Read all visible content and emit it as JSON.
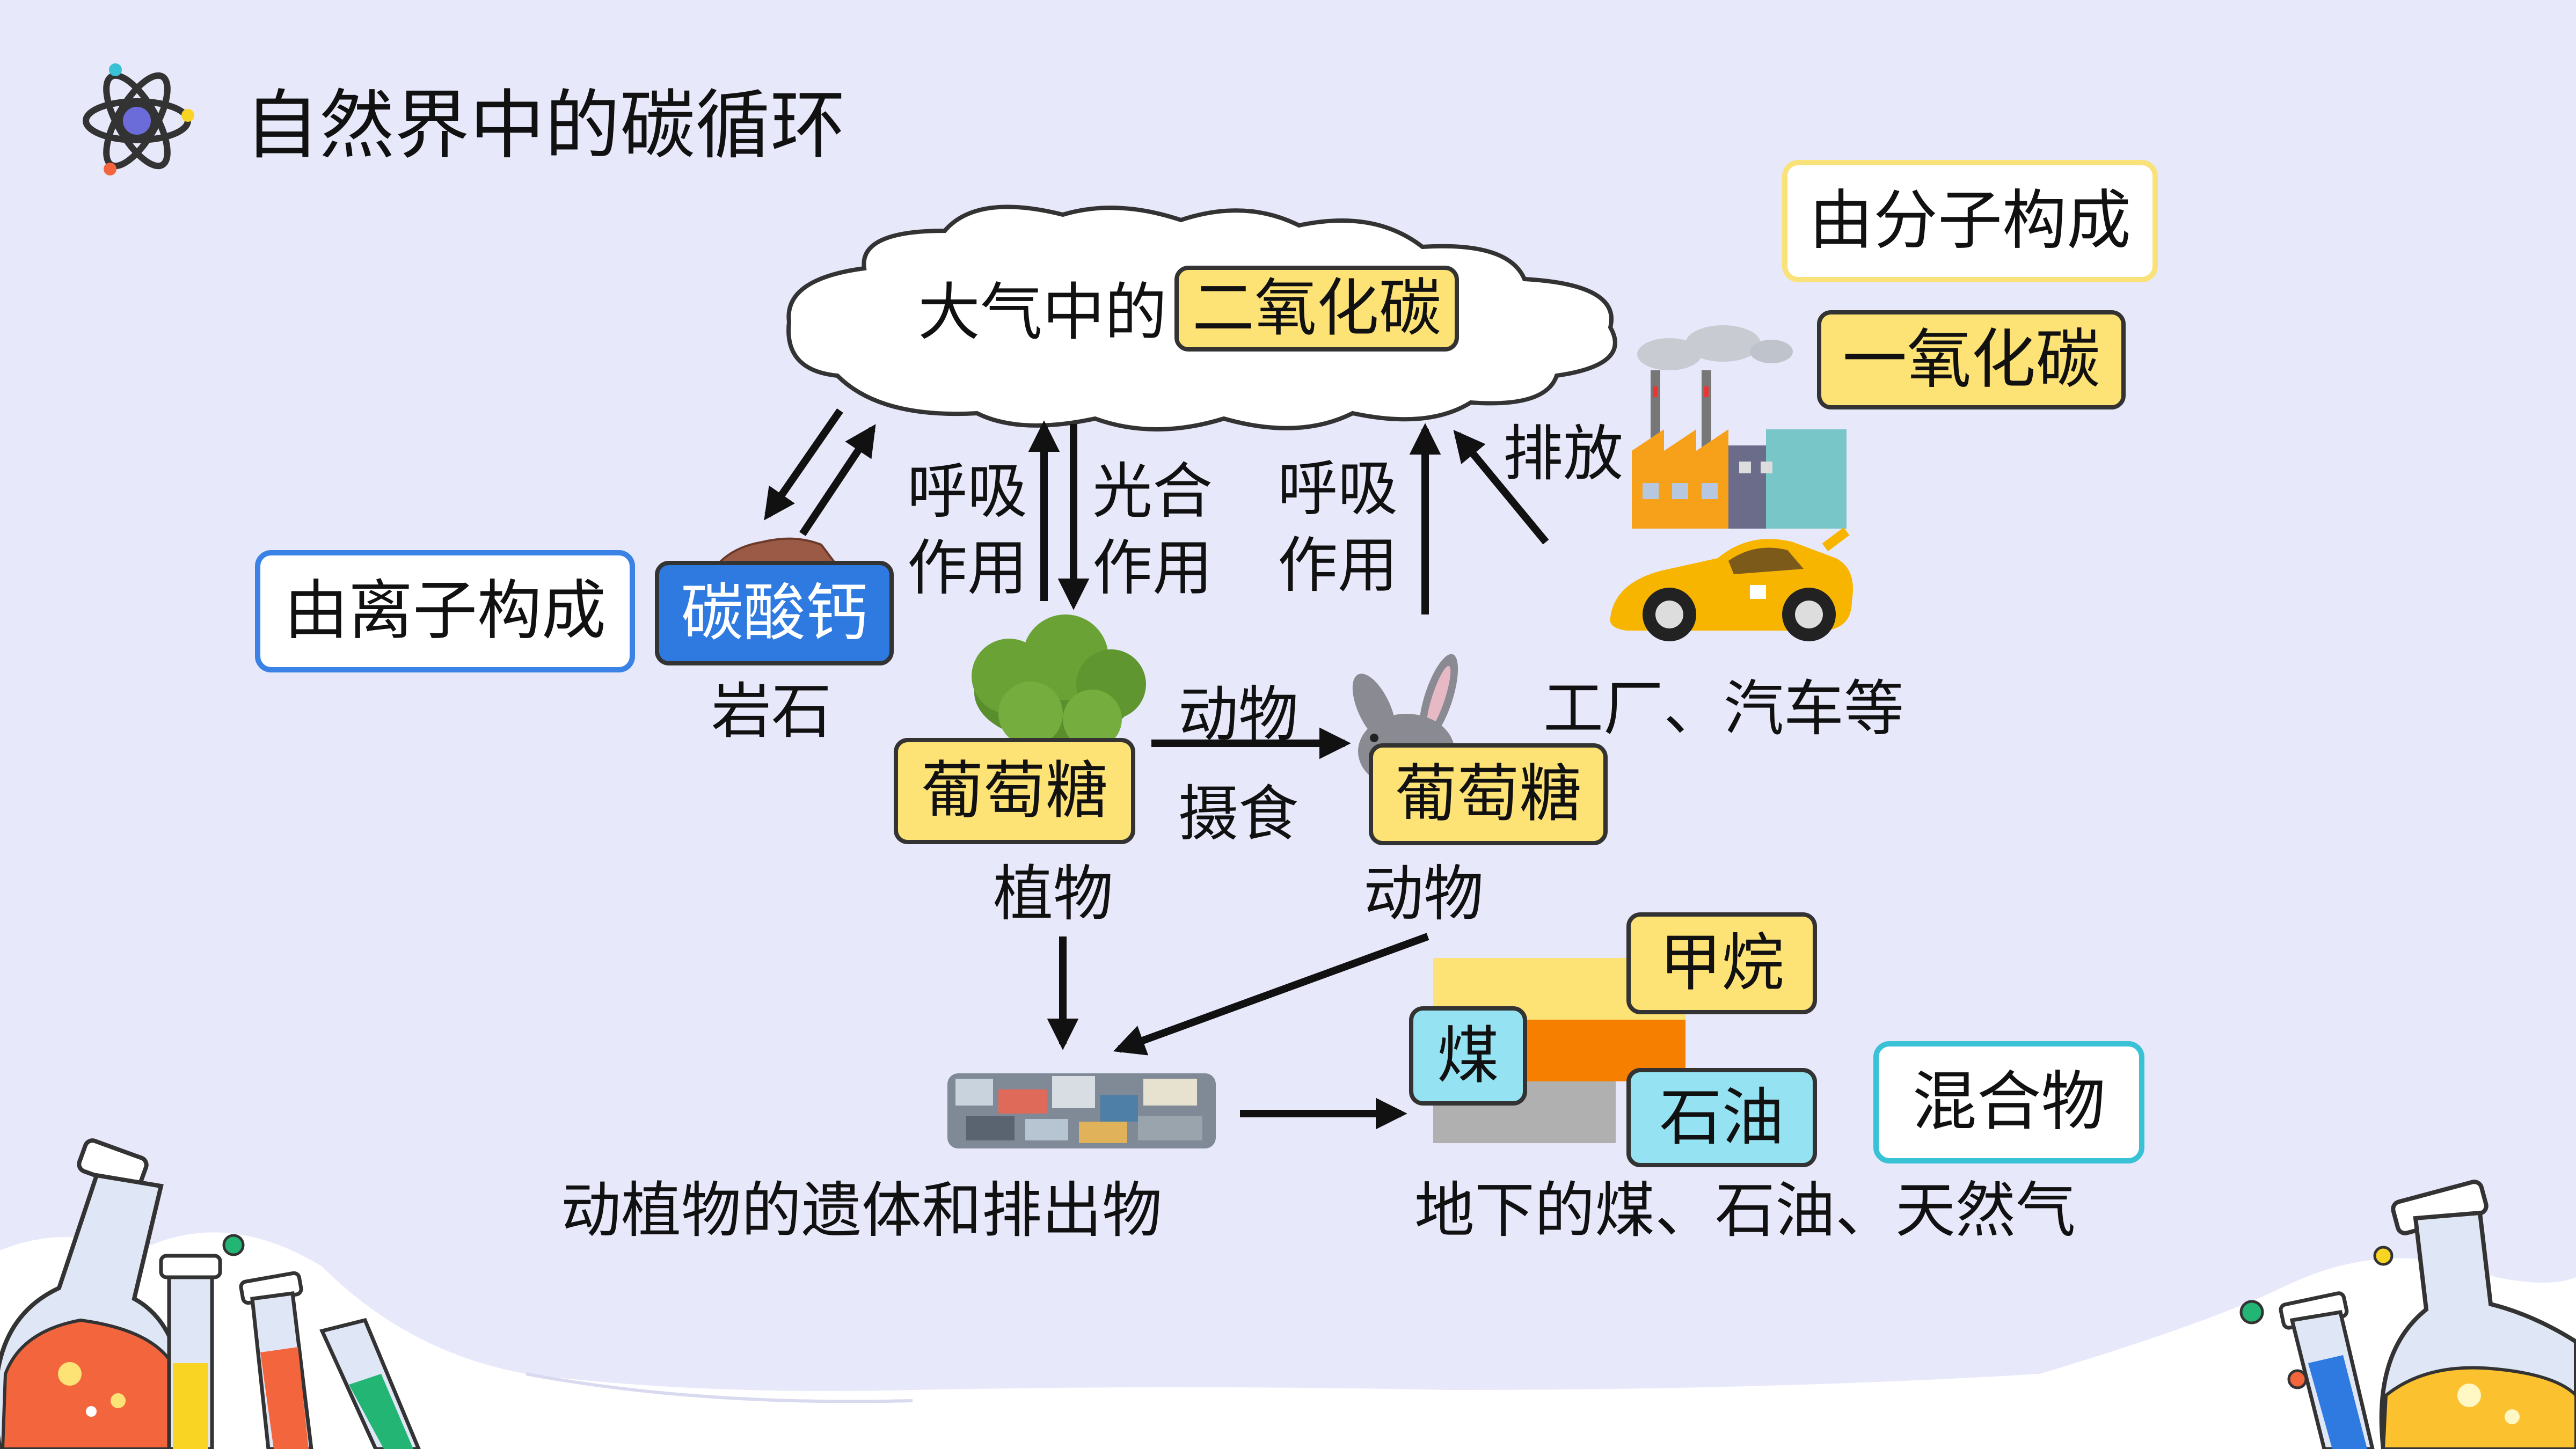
{
  "title": "自然界中的碳循环",
  "cloud": {
    "prefix": "大气中的",
    "highlight": "二氧化碳"
  },
  "labels": {
    "respiration_left": [
      "呼吸",
      "作用"
    ],
    "photosynthesis": [
      "光合",
      "作用"
    ],
    "respiration_right": [
      "呼吸",
      "作用"
    ],
    "emission": "排放",
    "animal_eating": [
      "动物",
      "摄食"
    ],
    "rock": "岩石",
    "plant": "植物",
    "animal": "动物",
    "factory_car": "工厂、汽车等",
    "remains": "动植物的遗体和排出物",
    "underground": "地下的煤、石油、天然气"
  },
  "boxes": {
    "ionic": "由离子构成",
    "calcium_carbonate": "碳酸钙",
    "molecular": "由分子构成",
    "carbon_monoxide": "一氧化碳",
    "glucose_plant": "葡萄糖",
    "glucose_animal": "葡萄糖",
    "methane": "甲烷",
    "coal": "煤",
    "petroleum": "石油",
    "mixture": "混合物"
  },
  "colors": {
    "background": "#e8e8fb",
    "yellow_box": "#fde276",
    "cyan_box": "#95e3f2",
    "blue_box": "#2f7ae0",
    "outline_blue": "#3a82e6",
    "outline_yellow": "#f9e27a",
    "outline_cyan": "#39c1d6"
  },
  "icons": [
    "atom-icon",
    "cloud-icon",
    "rock-icon",
    "bush-icon",
    "rabbit-icon",
    "factory-icon",
    "car-icon",
    "debris-icon",
    "strata-icon",
    "flask-icon",
    "test-tube-icon"
  ]
}
